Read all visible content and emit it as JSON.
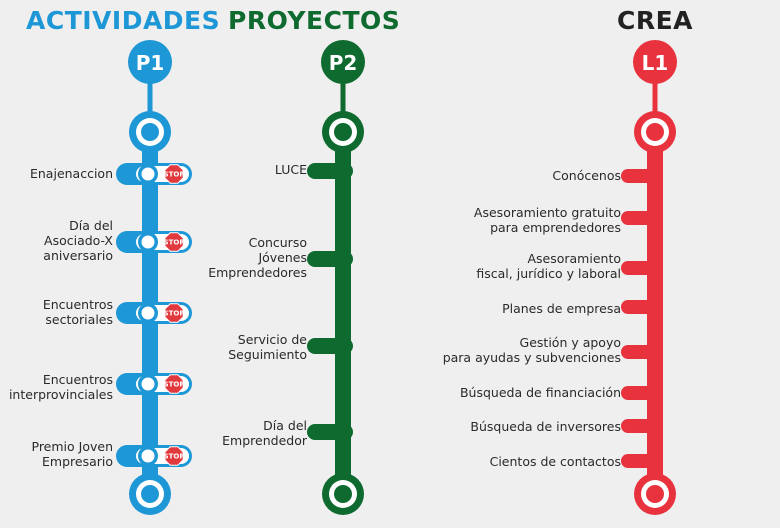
{
  "columns": [
    {
      "title": "ACTIVIDADES",
      "badge": "P1",
      "color": "#1e97d6",
      "stop_badge": "STOP",
      "items": [
        "Enajenaccion",
        "Día del\nAsociado-X\naniversario",
        "Encuentros\nsectoriales",
        "Encuentros\ninterprovinciales",
        "Premio Joven\nEmpresario"
      ]
    },
    {
      "title": "PROYECTOS",
      "badge": "P2",
      "color": "#0e6a2e",
      "items": [
        "LUCE",
        "Concurso\nJóvenes\nEmprendedores",
        "Servicio de\nSeguimiento",
        "Día del\nEmprendedor"
      ]
    },
    {
      "title": "CREA",
      "badge": "L1",
      "color": "#e8333e",
      "items": [
        "Conócenos",
        "Asesoramiento gratuito\npara emprendedores",
        "Asesoramiento\nfiscal, jurídico y laboral",
        "Planes de empresa",
        "Gestión y apoyo\npara ayudas y subvenciones",
        "Búsqueda de financiación",
        "Búsqueda de inversores",
        "Cientos de contactos"
      ]
    }
  ],
  "title_dark_color": "#222222",
  "stop_color": "#e03a3e"
}
